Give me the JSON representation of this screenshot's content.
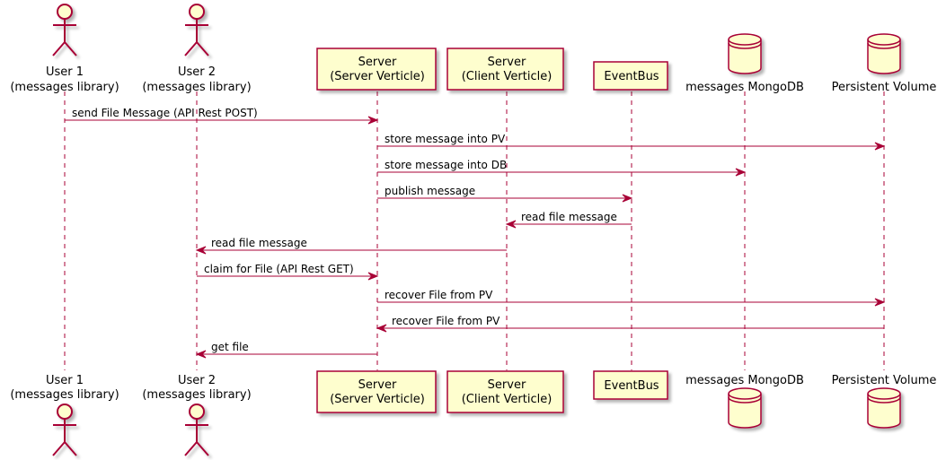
{
  "colors": {
    "stroke": "#A80036",
    "fill": "#FEFECE",
    "text": "#000000"
  },
  "participants": [
    {
      "id": "user1",
      "kind": "actor",
      "icon": "actor-icon",
      "lines": [
        "User 1",
        "(messages library)"
      ]
    },
    {
      "id": "user2",
      "kind": "actor",
      "icon": "actor-icon",
      "lines": [
        "User 2",
        "(messages library)"
      ]
    },
    {
      "id": "server",
      "kind": "box",
      "icon": "",
      "lines": [
        "Server",
        "(Server Verticle)"
      ]
    },
    {
      "id": "client",
      "kind": "box",
      "icon": "",
      "lines": [
        "Server",
        "(Client Verticle)"
      ]
    },
    {
      "id": "eventbus",
      "kind": "box",
      "icon": "",
      "lines": [
        "EventBus"
      ]
    },
    {
      "id": "mongo",
      "kind": "database",
      "icon": "database-icon",
      "lines": [
        "messages MongoDB"
      ]
    },
    {
      "id": "pv",
      "kind": "database",
      "icon": "database-icon",
      "lines": [
        "Persistent Volume"
      ]
    }
  ],
  "messages": [
    {
      "from": "user1",
      "to": "server",
      "label": "send File Message (API Rest POST)"
    },
    {
      "from": "server",
      "to": "pv",
      "label": "store message into PV"
    },
    {
      "from": "server",
      "to": "mongo",
      "label": "store message into DB"
    },
    {
      "from": "server",
      "to": "eventbus",
      "label": "publish message"
    },
    {
      "from": "eventbus",
      "to": "client",
      "label": "read file message"
    },
    {
      "from": "client",
      "to": "user2",
      "label": "read file message"
    },
    {
      "from": "user2",
      "to": "server",
      "label": "claim for File (API Rest GET)"
    },
    {
      "from": "server",
      "to": "pv",
      "label": "recover File from PV"
    },
    {
      "from": "pv",
      "to": "server",
      "label": "recover File from PV"
    },
    {
      "from": "server",
      "to": "user2",
      "label": "get file"
    }
  ]
}
